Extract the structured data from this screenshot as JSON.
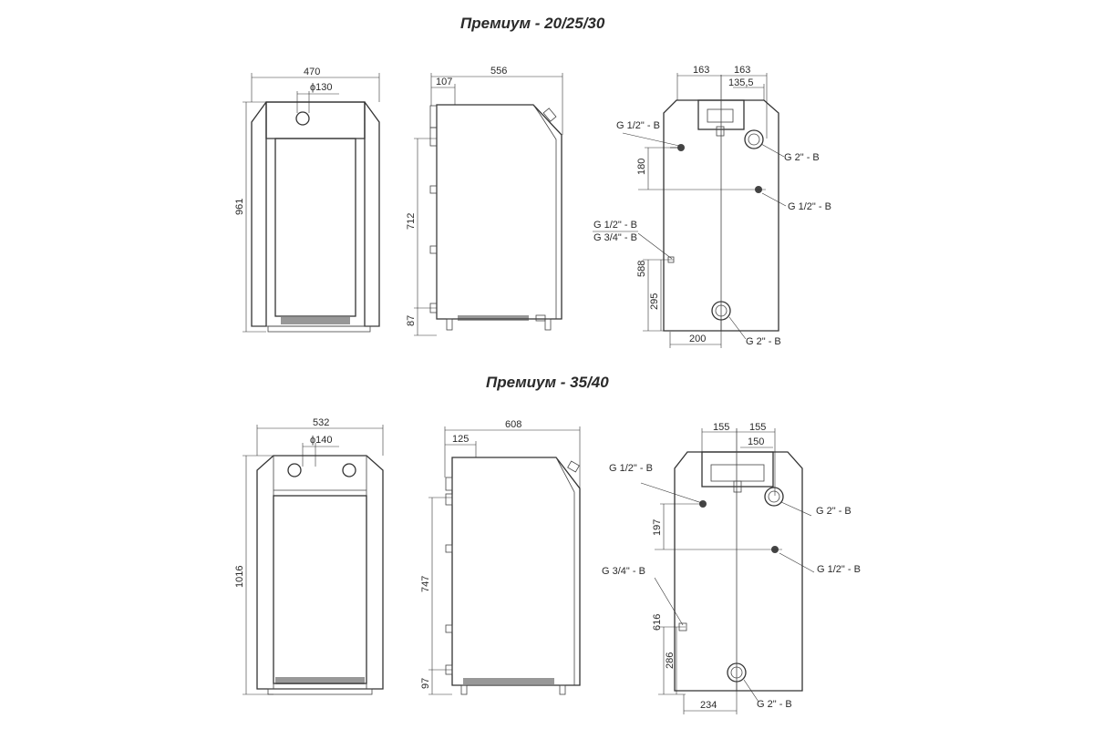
{
  "titles": {
    "model_1": "Премиум - 20/25/30",
    "model_2": "Премиум - 35/40"
  },
  "model_1": {
    "front": {
      "width": "470",
      "height": "961",
      "flue_diameter": "ϕ130"
    },
    "side": {
      "depth": "556",
      "offset_top": "107",
      "height_upper": "712",
      "height_lower": "87"
    },
    "back": {
      "dim_left": "163",
      "dim_right": "163",
      "dim_inner": "135,5",
      "dim_180": "180",
      "dim_588": "588",
      "dim_295": "295",
      "dim_200": "200",
      "label_g12_top": "G 1/2\" - B",
      "label_g2_top": "G 2\" - B",
      "label_g12_right": "G 1/2\" - B",
      "label_g12_left": "G 1/2\" - B",
      "label_g34_left": "G 3/4\" - B",
      "label_g2_bottom": "G 2\" - B"
    }
  },
  "model_2": {
    "front": {
      "width": "532",
      "height": "1016",
      "flue_diameter": "ϕ140"
    },
    "side": {
      "depth": "608",
      "offset_top": "125",
      "height_upper": "747",
      "height_lower": "97"
    },
    "back": {
      "dim_left": "155",
      "dim_right": "155",
      "dim_inner": "150",
      "dim_197": "197",
      "dim_616": "616",
      "dim_286": "286",
      "dim_234": "234",
      "label_g12_top": "G 1/2\" - B",
      "label_g2_top": "G 2\" - B",
      "label_g12_right": "G 1/2\" - B",
      "label_g34_left": "G 3/4\" - B",
      "label_g2_bottom": "G 2\" - B"
    }
  }
}
